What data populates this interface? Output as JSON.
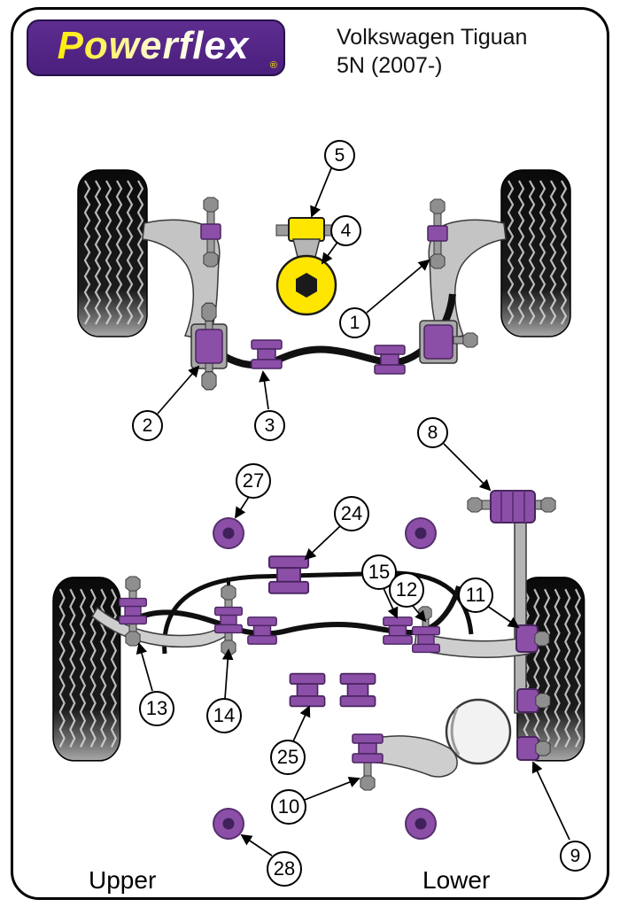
{
  "header": {
    "logo_text": "Powerflex",
    "logo_reg": "®",
    "title_line1": "Volkswagen Tiguan",
    "title_line2": "5N (2007-)"
  },
  "labels": {
    "upper": "Upper",
    "lower": "Lower"
  },
  "callouts": {
    "front": [
      "5",
      "4",
      "1",
      "2",
      "3"
    ],
    "rear": [
      "8",
      "27",
      "24",
      "15",
      "12",
      "11",
      "13",
      "14",
      "25",
      "10",
      "28",
      "9"
    ]
  },
  "colors": {
    "bush_purple": "#8c4fa8",
    "mount_yellow": "#ffe600",
    "logo_purple": "#5e2d91"
  }
}
